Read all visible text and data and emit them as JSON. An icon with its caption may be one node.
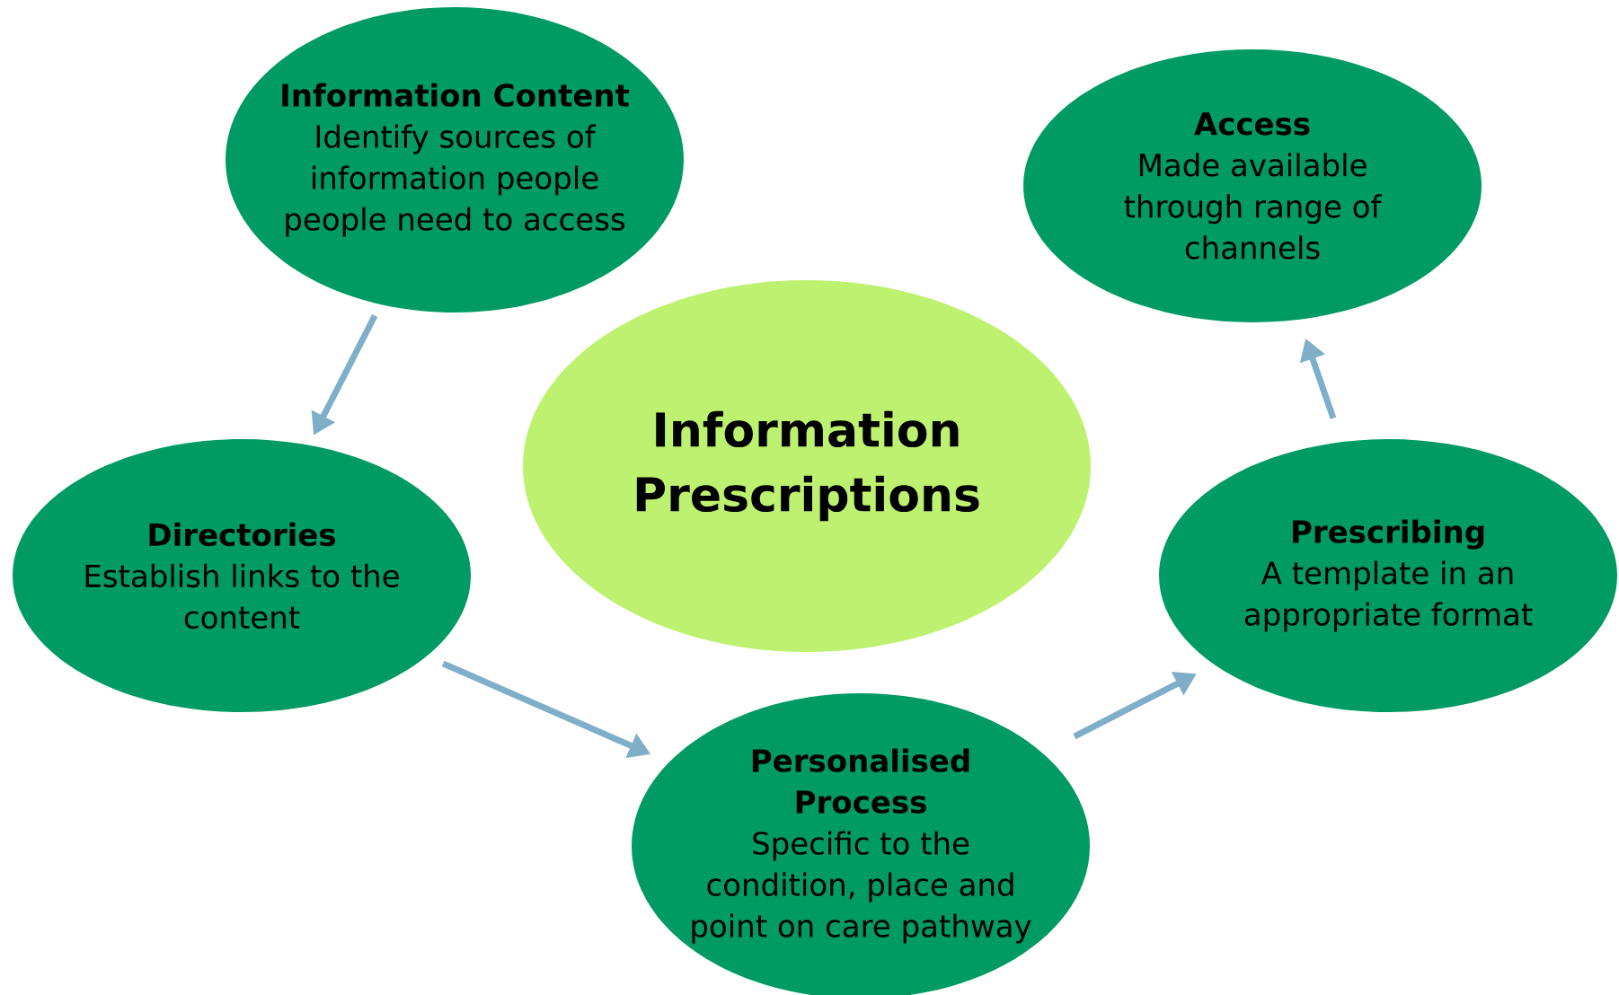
{
  "diagram": {
    "nodes": [
      {
        "text": [
          "Information Content",
          "Identify sources of information people people need to access"
        ]
      },
      {
        "text": [
          "Access",
          "Made available through range of channels"
        ]
      },
      {
        "text": [
          "Information Prescriptions"
        ]
      },
      {
        "text": [
          "Directories",
          "Establish links to the content"
        ]
      },
      {
        "text": [
          "Prescribing",
          "A template in an appropriate format"
        ]
      },
      {
        "text": [
          "Personalised Process",
          "Specific to the condition, place and point on care pathway"
        ]
      }
    ],
    "edges": [
      {
        "from": 0,
        "to": 3,
        "arrow": "to"
      },
      {
        "from": 3,
        "to": 5,
        "arrow": "to"
      },
      {
        "from": 5,
        "to": 4,
        "arrow": "to"
      },
      {
        "from": 4,
        "to": 1,
        "arrow": "to"
      }
    ]
  }
}
